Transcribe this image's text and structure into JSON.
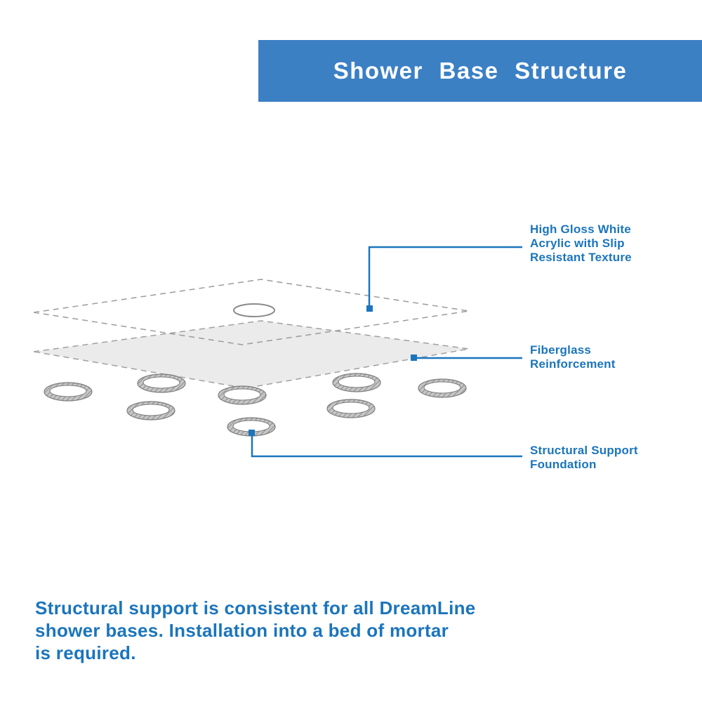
{
  "banner": {
    "title": "Shower Base Structure",
    "bg_color": "#3c80c4",
    "text_color": "#ffffff"
  },
  "callouts": {
    "acrylic": {
      "line1": "High Gloss White",
      "line2": "Acrylic with Slip",
      "line3": "Resistant Texture"
    },
    "fiberglass": {
      "line1": "Fiberglass",
      "line2": "Reinforcement"
    },
    "foundation": {
      "line1": "Structural Support",
      "line2": "Foundation"
    }
  },
  "footer": {
    "line1": "Structural support is consistent for all DreamLine",
    "line2": "shower bases. Installation into a bed of mortar",
    "line3": "is required."
  },
  "colors": {
    "accent_blue": "#1b75bc",
    "banner_blue": "#3c80c4",
    "layer_fill_gray": "#ebebeb",
    "outline_gray": "#9b9b9b",
    "ring_hatch_gray": "#8c8c8c"
  }
}
